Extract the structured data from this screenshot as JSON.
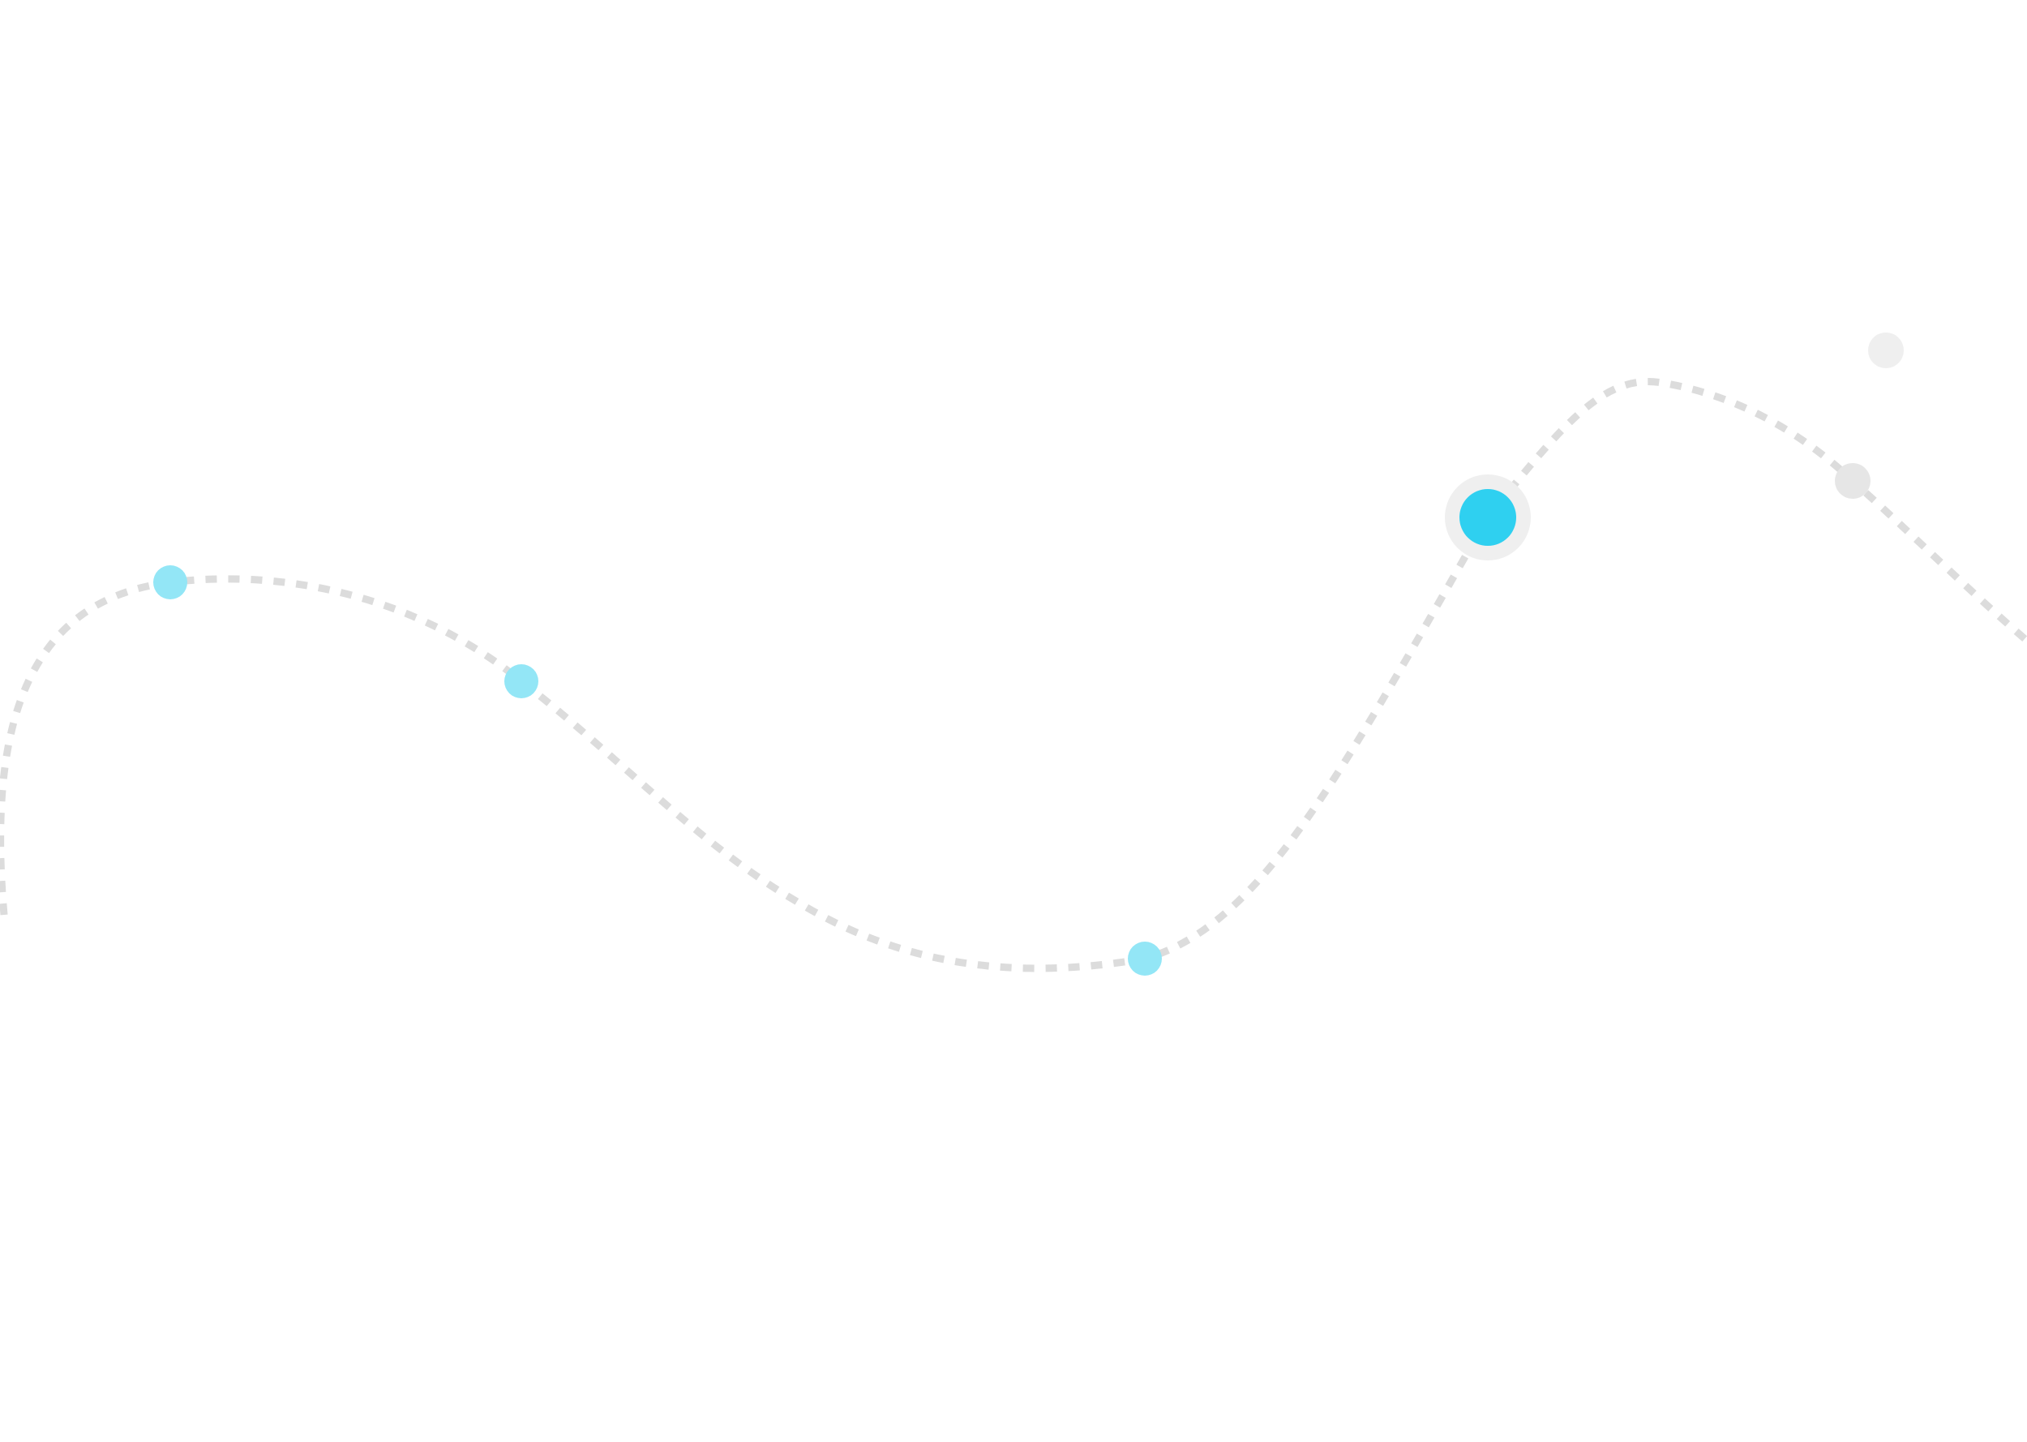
{
  "colors": {
    "path": "#dcdcdc",
    "node_completed": "#93e6f6",
    "node_current": "#2fd0f0",
    "node_current_ring": "#efefef",
    "node_locked": "#e6e6e6",
    "node_faded": "#efefef",
    "background": "#ffffff"
  },
  "path": {
    "style": "dashed"
  },
  "nodes": [
    {
      "id": "node-1",
      "state": "completed"
    },
    {
      "id": "node-2",
      "state": "completed"
    },
    {
      "id": "node-3",
      "state": "completed"
    },
    {
      "id": "node-4",
      "state": "current"
    },
    {
      "id": "node-5",
      "state": "locked"
    },
    {
      "id": "node-6",
      "state": "locked-faded"
    }
  ]
}
